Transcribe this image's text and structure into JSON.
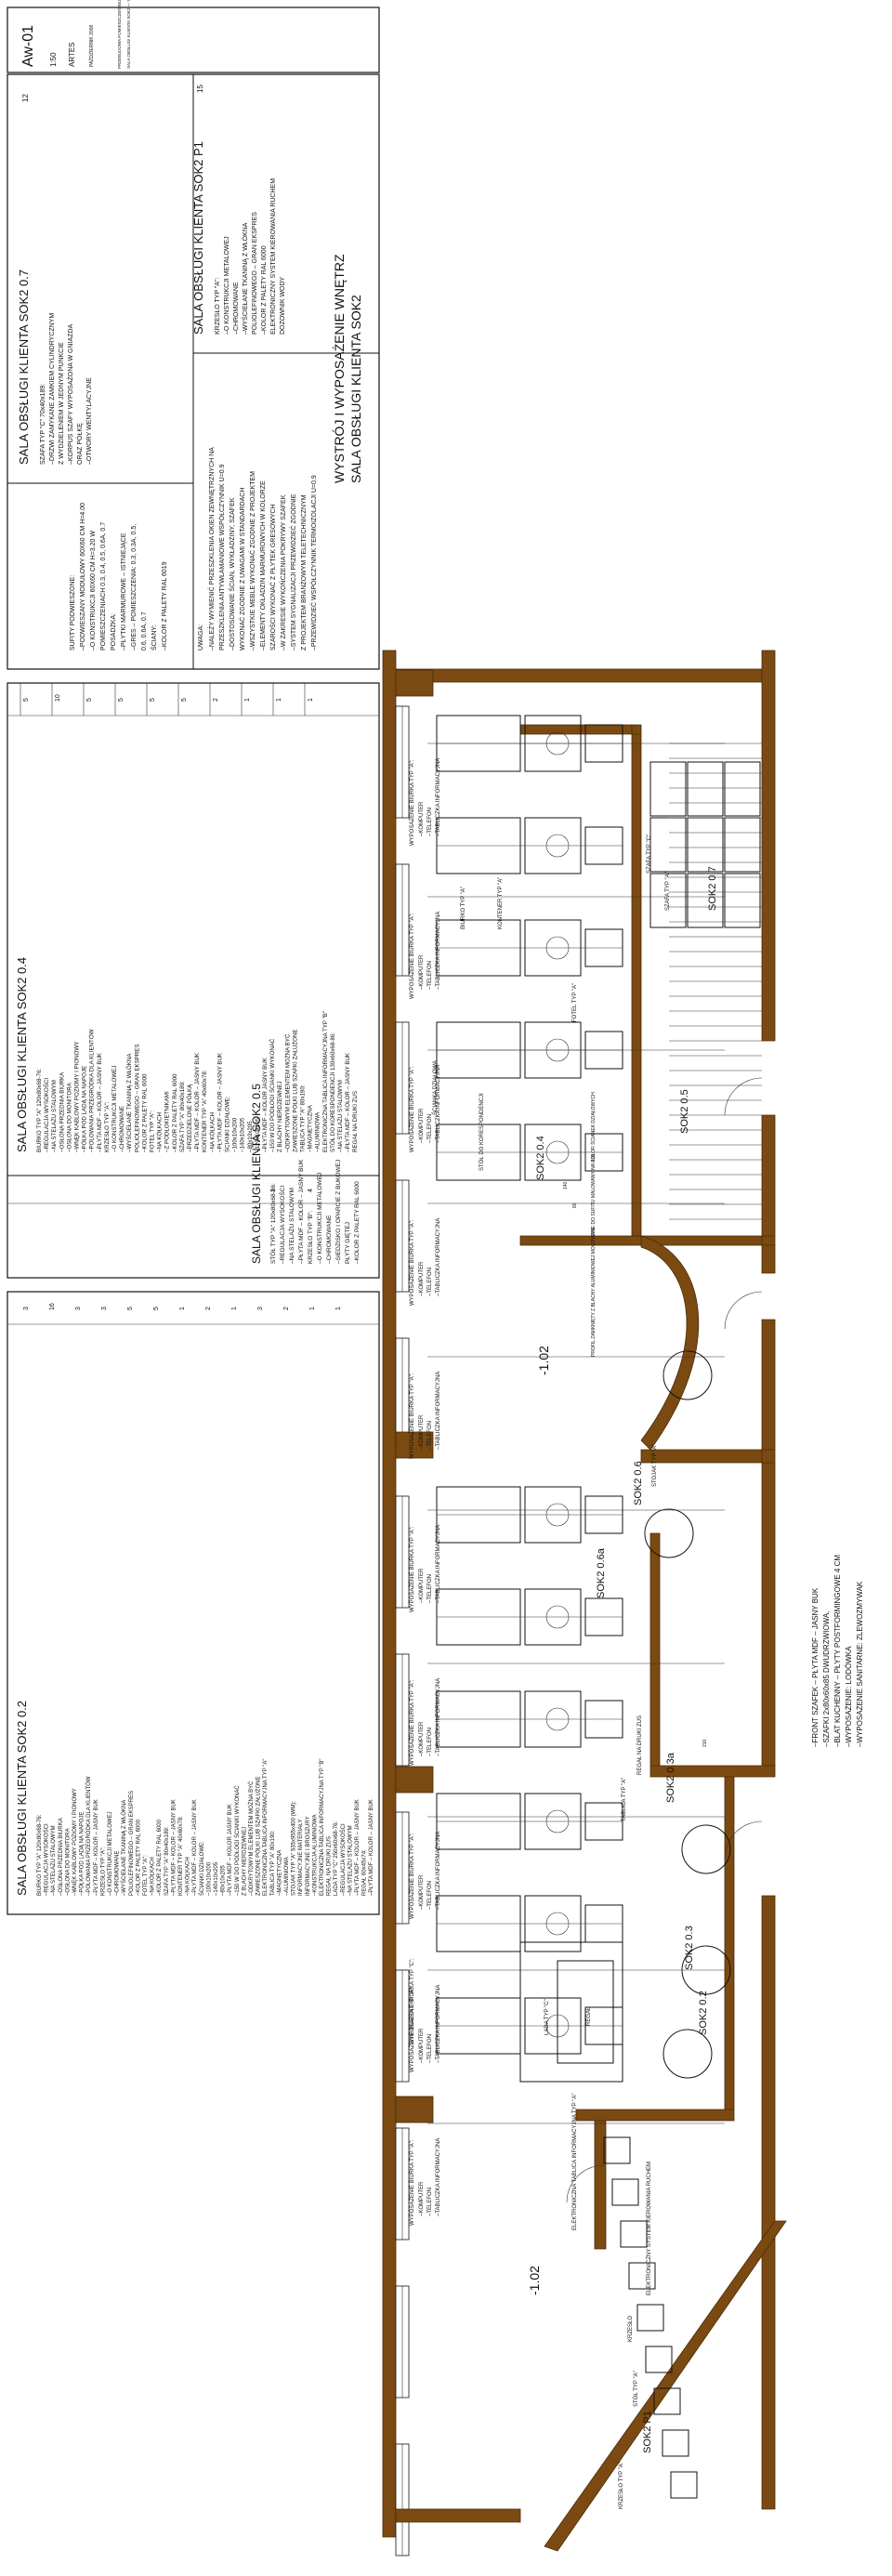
{
  "drawing": {
    "number": "Aw-01",
    "title_line1": "WYSTRÓJ I WYPOSAŻENIE WNĘTRZ",
    "title_line2": "SALA OBSŁUGI KLIENTA SOK2",
    "scale": "1:50",
    "company": "ARTES",
    "date": "PAŹDZIERNIK 2008",
    "project_lines": [
      "PRZEBUDOWA POMIESZCZEŃ BIUROWYCH ODDZIAŁ ZUS W POZNANIU",
      "SALA OBSŁUGI KLIENTA SOK2 — STANDARD WYPOSAŻENIA"
    ]
  },
  "legend_top": {
    "title": "SALA OBSŁUGI KLIENTA SOK2 0.7",
    "lines": [
      "SZAFA TYP \"C\" 70x40x189:",
      "–DRZWI ZAMYKANE ZAMKIEM CYLINDRYCZNYM",
      "Z WYDZIELENIEM W JEDNYM PUNKCIE",
      "–KORPUS SZAFY WYPOSAŻONA W GNIAZDA",
      "ORAZ PÓŁKĘ",
      "–OTWORY WENTYLACYJNE"
    ],
    "qty": "12"
  },
  "legend_p1": {
    "title": "SALA OBSŁUGI KLIENTA SOK2 P1",
    "lines": [
      "KRZESŁO TYP \"A\":",
      "–O KONSTRUKCJI METALOWEJ",
      "–CHROMOWANE",
      "–WYŚCIEŁANE TKANINĄ Z WŁÓKNA",
      "POLIOLEFINOWEGO – GRAN EKSPRES",
      "–KOLOR Z PALETY RAL 6000",
      "ELEKTRONICZNY SYSTEM KIEROWANIA RUCHEM",
      "DOZOWNIK WODY"
    ],
    "qty": "15"
  },
  "legend_ceiling": {
    "lines": [
      "SUFITY PODWIESZONE:",
      "–PODWIESZANY MODUŁOWY 60X60 CM H=4.00",
      "–O KONSTRUKCJI 60X60 CM H=3.20 W",
      "POMIESZCZENIACH 0.3, 0.4, 0.5, 0.6A, 0.7",
      "POSADZKA:",
      "–PŁYTKI MARMUROWE – ISTNIEJĄCE",
      "–GRES – POMIESZCZENIA: 0.3, 0.3A, 0.5,",
      "0.6, 0.6A, 0.7",
      "ŚCIANY:",
      "–KOLOR Z PALETY RAL 6019"
    ]
  },
  "legend_notes": {
    "title": "UWAGA:",
    "lines": [
      "–NALEŻY WYMIENIĆ PRZESZKLENIA OKIEN ZEWNĘTRZNYCH NA",
      "PRZESZKLENIA ANTYWŁAMANIOWE WSPÓŁCZYNNIK U=0.9",
      "–DOSTOSOWANIE ŚCIAN, WYKŁADZINY, SZAFEK",
      "WYKONAĆ ZGODNIE Z UWAGAMI W STANDARDACH",
      "–WSZYSTKIE MEBLE WYKONAĆ ZGODNIE Z PROJEKTEM",
      "–ELEMENTY OKŁADZIN MARMUROWYCH W KOLORZE",
      "SZAROŚCI WYKONAĆ Z PŁYTEK GRESOWYCH",
      "–W ZAKRESIE WYKOŃCZENIA POKRYWY SZAFEK",
      "–SYSTEM SYGNALIZACJI PRZEWIDZIEĆ ZGODNIE",
      "Z PROJEKTEM BRANŻOWYM TELETECHNICZNYM",
      "–PRZEWIDZIEĆ WSPÓŁCZYNNIK TERMOIZOLACJI U=0.9"
    ]
  },
  "legend_04": {
    "title": "SALA OBSŁUGI KLIENTA SOK2 0.4",
    "lines": [
      "BIURKO TYP \"A\" 120x80x68-76:",
      "–REGULACJA WYSOKOŚCI",
      "–NA STELAŻU STALOWYM",
      "–OSŁONA PRZEDNIA BIURKA",
      "–OSŁONA DO MONITORA",
      "–WNĘK KABLOWY POZIOMY I PIONOWY",
      "–PÓŁKA POD LADĄ NA NAPOJE",
      "–POLOWANIA PRZEGRÓDKA DLA KLIENTÓW",
      "–PŁYTA MDF – KOLOR – JASNY BUK",
      "KRZESŁO TYP \"A\":",
      "–O KONSTRUKCJI METALOWEJ",
      "–CHROMOWANE",
      "–WYŚCIEŁANE TKANINĄ Z WŁÓKNA",
      "POLIOLEFINOWEGO – GRAN EKSPRES",
      "–KOLOR Z PALETY RAL 6000",
      "FOTEL TYP \"A\":",
      "–NA KÓŁKACH",
      "–Z PODŁOKIETNIKAMI",
      "–KOLOR Z PALETY RAL 6000",
      "SZAFA TYP \"A\" 80x40x189:",
      "–PRZEDZIELONE PÓŁKĄ",
      "–PŁYTA MDF – KOLOR – JASNY BUK",
      "KONTENER TYP \"A\" 40x60x78:",
      "–NA KÓŁKACH",
      "–PŁYTA MDF – KOLOR – JASNY BUK",
      "ŚCIANKI DZIAŁOWE:",
      "–100x10x200",
      "–140x10x205",
      "–80x10x205",
      "–120x10x205",
      "–PŁYTA MDF – KOLOR JASNY BUK",
      "–150 W DO PODŁOGI ŚCIANKI WYKONAĆ",
      "Z BLACHY NIERDZEWNEJ",
      "–ODKRYTOWYM ELEMENTEM MOŻNA BYĆ",
      "ZAWIESZONE PÓŁKI LUB SZAFKI ZAŁUŻONE",
      "TABLICA TYP \"A\" 80x190:",
      "–MAGNETYCZNA",
      "–ALUMINIOWA",
      "ELEKTRONICZNA TABLICA INFORMACYJNA TYP \"B\"",
      "STÓŁ DO KORESPONDENCJI 130x60x68-86:",
      "–NA STELAŻU STALOWYM",
      "–PŁYTA MDF – KOLOR – JASNY BUK",
      "REGAŁ NA DRUKI ZUS"
    ],
    "qtys": [
      "5",
      "10",
      "5",
      "5",
      "5",
      "5",
      "2",
      "1",
      "1",
      "1"
    ]
  },
  "legend_05": {
    "title": "SALA OBSŁUGI KLIENTA SOK2 0.5",
    "lines": [
      "STÓŁ TYP \"A\" 120x80x68-86:",
      "–REGULACJA WYSOKOŚCI",
      "–NA STELAŻU STALOWYM",
      "–PŁYTA MDF – KOLOR – JASNY BUK",
      "KRZESŁO TYP \"B\":",
      "–O KONSTRUKCJI METALOWEJ",
      "–CHROMOWANE",
      "–SIEDZISKO I OPARCIE Z BUKOWEJ",
      "PŁYTY GIĘTEJ",
      "–KOLOR Z PALETY RAL 6000"
    ],
    "qtys": [
      "1",
      "4"
    ]
  },
  "legend_02": {
    "title": "SALA OBSŁUGI KLIENTA SOK2 0.2",
    "lines": [
      "BIURKO TYP \"A\" 120x80x68-76:",
      "–REGULACJA WYSOKOŚCI",
      "–NA STELAŻU STALOWYM",
      "–OSŁONA PRZEDNIA BIURKA",
      "–OSŁONA DO MONITORA",
      "–WNĘK KABLOWY POZIOMY I PIONOWY",
      "–PÓŁKA POD LADĄ NA NAPOJE",
      "–POLOWANIA PRZEGRÓDKA DLA KLIENTÓW",
      "–PŁYTA MDF – KOLOR – JASNY BUK",
      "KRZESŁO TYP \"A\":",
      "–O KONSTRUKCJI METALOWEJ",
      "–CHROMOWANE",
      "–WYŚCIEŁANE TKANINĄ Z WŁÓKNA",
      "POLIOLEFINOWEGO – GRAN EKSPRES",
      "–KOLOR Z PALETY RAL 6000",
      "FOTEL TYP \"A\":",
      "–NA KÓŁKACH",
      "–KOLOR Z PALETY RAL 6000",
      "SZAFA TYP \"A\" 80x40x189:",
      "–PŁYTA MDF – KOLOR – JASNY BUK",
      "KONTENER TYP \"A\" 40x60x78:",
      "–NA KÓŁKACH",
      "–PŁYTA MDF – KOLOR – JASNY BUK",
      "ŚCIANKI DZIAŁOWE:",
      "–100x10x200",
      "–140x10x205",
      "–80x10x205",
      "–PŁYTA MDF – KOLOR JASNY BUK",
      "–150 W DO PODŁOGI ŚCIANKI WYKONAĆ",
      "Z BLACHY NIERDZEWNEJ",
      "–ODKRYTOWYM ELEMENTEM MOŻNA BYĆ",
      "ZAWIESZONE PÓŁKI LUB SZAFKI ZAŁUŻONE",
      "ELEKTRONICZNA TABLICA INFORMACYJNA TYP \"A\"",
      "TABLICA TYP \"A\" 80x190:",
      "–MAGNETYCZNA",
      "–ALUMINIOWA",
      "STOJAK TYP \"A\" 535x955x400 (WM):",
      "INFORMACYJNE MATERIAŁY",
      "INFORMACYJNE I BROSZURY",
      "–KONSTRUKCJA ALUMINIOWA",
      "ELEKTRONICZNA TABLICA INFORMACYJNA TYP \"B\"",
      "REGAŁ NA DRUKI ZUS",
      "LADA TYP \"C\" 250x60x68-76:",
      "–REGULACJA WYSOKOŚCI",
      "–NA STELAŻU STALOWYM",
      "–PŁYTA MDF – KOLOR – JASNY BUK",
      "REGAŁ 60x45x74:",
      "–PŁYTA MDF – KOLOR – JASNY BUK"
    ],
    "qtys": [
      "3",
      "16",
      "3",
      "3",
      "5",
      "5",
      "1",
      "2",
      "1",
      "3",
      "2",
      "1",
      "1"
    ]
  },
  "legend_finish": {
    "lines": [
      "–FRONT SZAFEK – PŁYTA MDF – JASNY BUK",
      "–SZAFKI 2x80x60x85 DWUDRZWIOWA,",
      "–BLAT KUCHENNY – PŁYTY POSTFORMINGOWE 4 CM",
      "–WYPOSAŻENIE: LODÓWKA",
      "–WYPOSAŻENIE SANITARNE: ZLEWOZMYWAK"
    ]
  },
  "plan": {
    "rooms": [
      "SOK2 0.7",
      "SOK2 0.5",
      "SOK2 0.4",
      "SOK2 0.6",
      "SOK2 0.6a",
      "SOK2 0.3a",
      "SOK2 0.3",
      "SOK2 0.2",
      "SOK2 P1"
    ],
    "levels": [
      "-1.02",
      "-1.02"
    ],
    "workstation_note": "WYPOSAŻENIE BIURKA TYP \"A\":",
    "workstation_items": [
      "–KOMPUTER",
      "–TELEFON",
      "–TABLICZKA INFORMACYJNA"
    ],
    "counter_note": "WYPOSAŻENIE BIURKA TYP \"C\":",
    "labels": {
      "lada": "LADA TYP \"C\"",
      "regal": "REGAŁ",
      "regal_druki": "REGAŁ NA DRUKI ZUS",
      "stojak": "STOJAK TYP \"A\"",
      "tablica_a": "TABLICA TYP \"A\"",
      "el_tablica": "ELEKTRONICZNA TABLICA INFORMACYJNA TYP \"A\"",
      "system": "ELEKTRONICZNY SYSTEM KIEROWANIA RUCHEM",
      "profil": "PROFIL ZAMKNIĘTY Z BLACHY ALUMINIOWEJ MOCOWANE DO SUFITU MALOWANY NA KOLOR ŚCIANEK DZIAŁOWYCH",
      "stol_a": "STÓŁ TYP \"A\"",
      "krzeslo": "KRZESŁO",
      "krzeslo_a": "KRZESŁO TYP \"A\"",
      "szafa_a": "SZAFA TYP \"A\"",
      "szafa_c": "SZAFA TYP \"C\"",
      "kontener": "KONTENER TYP \"A\"",
      "biurko_a": "BIURKO TYP \"A\"",
      "stol_kor": "STÓŁ DO KORESPONDENCJI",
      "scianka": "ŚCIANKA DZIAŁOWA",
      "fotel": "FOTEL TYP \"A\"",
      "dim_205": "205",
      "dim_100": "100",
      "dim_80": "80",
      "dim_140": "140",
      "dim_210": "210"
    }
  }
}
